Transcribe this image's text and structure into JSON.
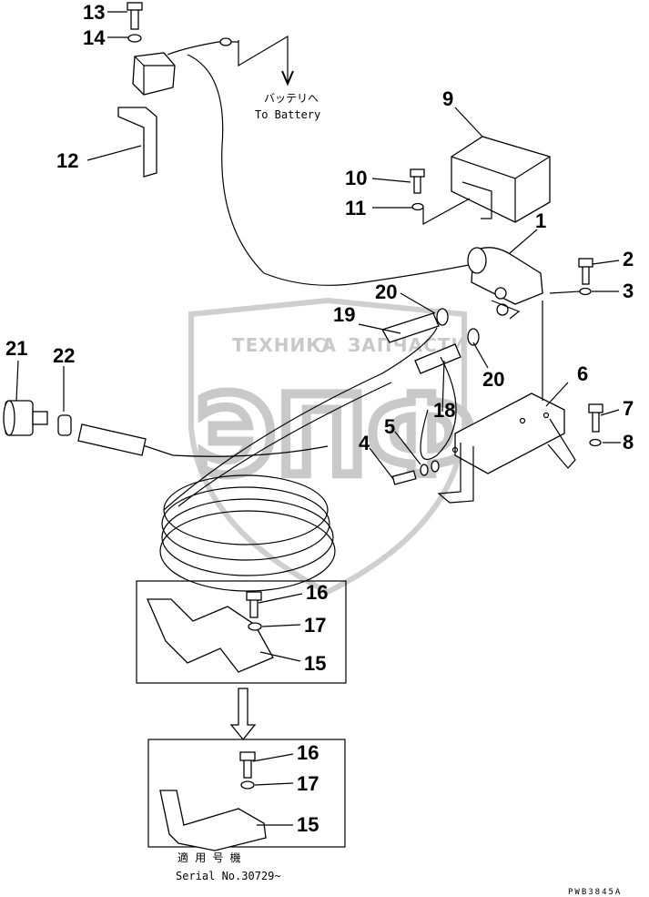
{
  "watermark": {
    "company": "ТЕХНИКА",
    "spares": "ЗАПЧАСТИ",
    "logo": "ЭПФ"
  },
  "notes": {
    "battery_jp": "バッテリへ",
    "battery_en": "To Battery",
    "serial_jp": "適 用 号 機",
    "serial_en": "Serial No.30729~",
    "drawing_code": "PWB3845A"
  },
  "callouts": {
    "c1": "1",
    "c2": "2",
    "c3": "3",
    "c4": "4",
    "c5": "5",
    "c6": "6",
    "c7": "7",
    "c8": "8",
    "c9": "9",
    "c10": "10",
    "c11": "11",
    "c12": "12",
    "c13": "13",
    "c14": "14",
    "c15a": "15",
    "c15b": "15",
    "c16a": "16",
    "c16b": "16",
    "c17a": "17",
    "c17b": "17",
    "c18": "18",
    "c19": "19",
    "c20a": "20",
    "c20b": "20",
    "c21": "21",
    "c22": "22"
  }
}
